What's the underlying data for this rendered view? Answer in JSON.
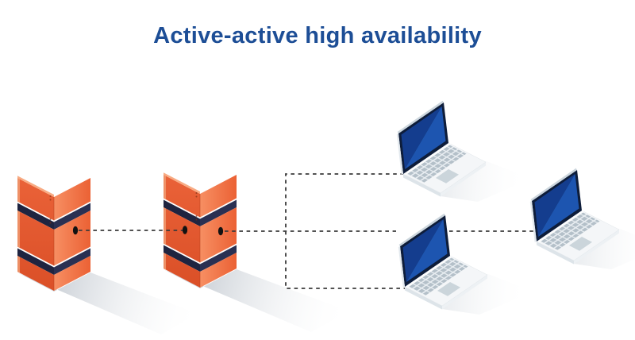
{
  "title": {
    "text": "Active-active high availability",
    "color": "#1d4e96"
  },
  "diagram": {
    "type": "network-topology",
    "nodes": [
      {
        "id": "firewall-a",
        "icon": "firewall-icon",
        "role": "active firewall appliance",
        "ports_visible": 1
      },
      {
        "id": "firewall-b",
        "icon": "firewall-icon",
        "role": "active firewall appliance",
        "ports_visible": 2
      },
      {
        "id": "laptop-1",
        "icon": "laptop-icon",
        "role": "client device"
      },
      {
        "id": "laptop-2",
        "icon": "laptop-icon",
        "role": "client device"
      },
      {
        "id": "laptop-3",
        "icon": "laptop-icon",
        "role": "client device"
      }
    ],
    "connections": [
      {
        "from": "firewall-a",
        "to": "firewall-b",
        "style": "dashed"
      },
      {
        "from": "firewall-b",
        "to": "laptop-1",
        "style": "dashed"
      },
      {
        "from": "firewall-b",
        "to": "laptop-2",
        "style": "dashed"
      },
      {
        "from": "firewall-b",
        "to": "laptop-3",
        "style": "dashed"
      }
    ],
    "colors": {
      "title_blue": "#1d4e96",
      "firewall_orange_light": "#f78f63",
      "firewall_orange": "#ec6336",
      "firewall_orange_dark": "#da4f27",
      "firewall_navy_band": "#232946",
      "laptop_screen_dark_blue": "#143d8e",
      "laptop_screen_blue": "#1d55b0",
      "laptop_body": "#f4f6f8",
      "laptop_keys": "#b4c0c9",
      "connector_line": "#3b3b3b",
      "shadow_gray": "#d3d8de",
      "background": "#ffffff"
    }
  }
}
